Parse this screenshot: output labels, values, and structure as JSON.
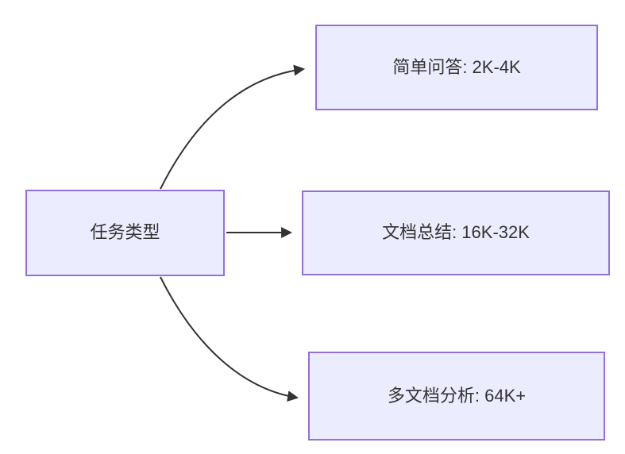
{
  "diagram": {
    "type": "flowchart-left-right",
    "colors": {
      "node_fill": "#ECECFF",
      "node_border": "#9370DB",
      "edge": "#333333",
      "text": "#333333",
      "background": "#FFFFFF"
    },
    "nodes": {
      "root": {
        "label": "任务类型"
      },
      "simple_qa": {
        "label": "简单问答: 2K-4K"
      },
      "doc_summary": {
        "label": "文档总结: 16K-32K"
      },
      "multi_doc": {
        "label": "多文档分析: 64K+"
      }
    },
    "edges": [
      {
        "from": "root",
        "to": "simple_qa"
      },
      {
        "from": "root",
        "to": "doc_summary"
      },
      {
        "from": "root",
        "to": "multi_doc"
      }
    ]
  }
}
